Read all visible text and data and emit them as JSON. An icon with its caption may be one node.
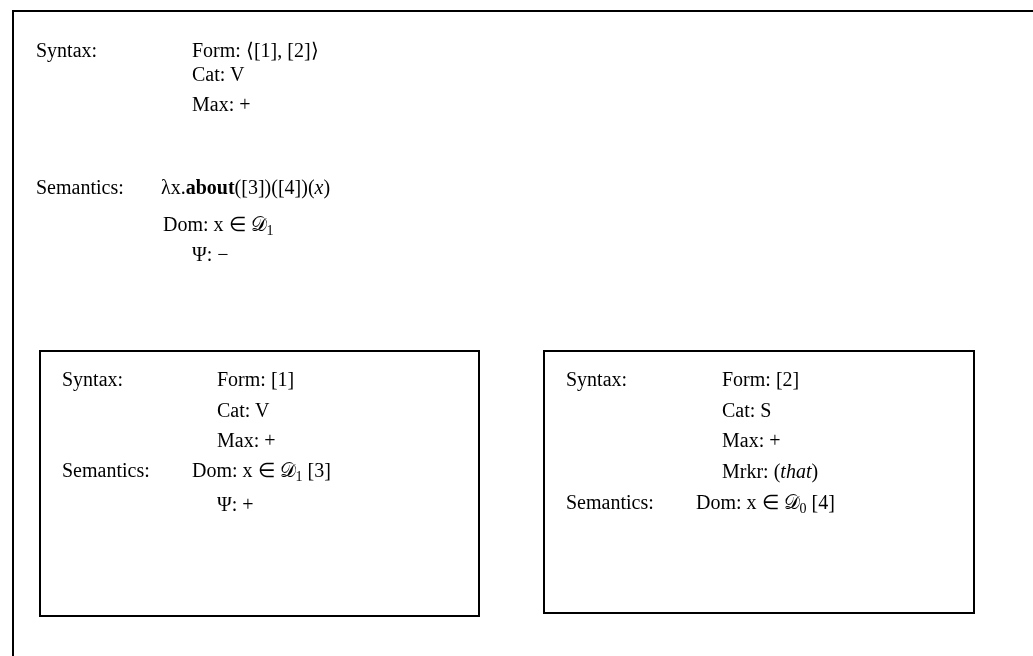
{
  "diagram": {
    "nodes": [
      {
        "text": [
          "Syntax:",
          "Form: ⟨[1], [2]⟩",
          "Cat: V",
          "Max: +",
          "Semantics:",
          "λx.**about**([3])([4])(*x*)",
          "Dom: x ∈ 𝒟$_{1}$",
          "Ψ: −"
        ]
      },
      {
        "text": [
          "Syntax:",
          "Form: [1]",
          "Cat: V",
          "Max: +",
          "Semantics:",
          "Dom: x ∈ 𝒟$_{1}$ [3]",
          "Ψ: +"
        ],
        "in": 0
      },
      {
        "text": [
          "Syntax:",
          "Form: [2]",
          "Cat: S",
          "Max: +",
          "Mrkr: (*that*)",
          "Semantics:",
          "Dom: x ∈ 𝒟$_{0}$ [4]"
        ],
        "in": 0
      }
    ]
  }
}
